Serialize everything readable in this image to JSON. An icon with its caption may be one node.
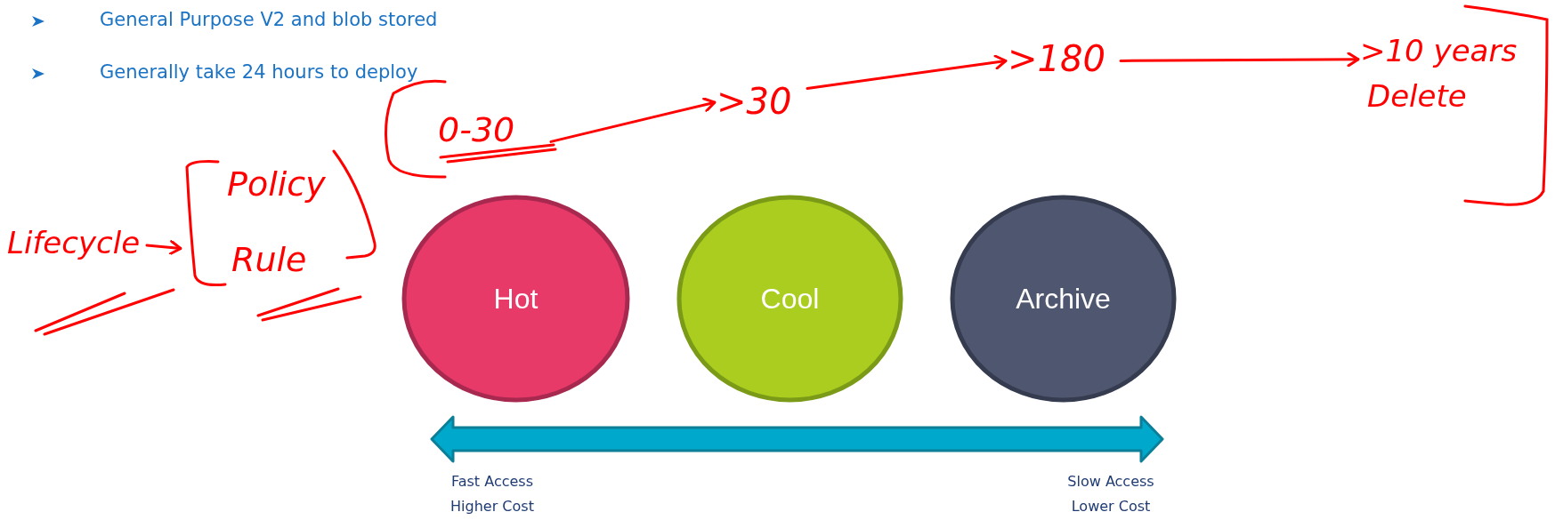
{
  "diagram": {
    "nodes": [
      {
        "text": [
          "Lifecycle"
        ]
      },
      {
        "text": [
          "Policy",
          "Rule"
        ]
      },
      {
        "text": [
          "0-30"
        ]
      },
      {
        "text": [
          ">30"
        ]
      },
      {
        "text": [
          ">180"
        ]
      },
      {
        "text": [
          ">10 years",
          "Delete"
        ]
      },
      {
        "text": [
          "Hot"
        ]
      },
      {
        "text": [
          "Cool"
        ]
      },
      {
        "text": [
          "Archive"
        ]
      }
    ],
    "edges": [
      {
        "from": 0,
        "to": 1,
        "arrow": "to"
      },
      {
        "from": 2,
        "to": 3,
        "arrow": "to"
      },
      {
        "from": 3,
        "to": 4,
        "arrow": "to"
      },
      {
        "from": 4,
        "to": 5,
        "arrow": "to"
      }
    ],
    "labels": [
      "General Purpose V2 and blob stored",
      "Generally take 24 hours to deploy",
      "Fast Access Higher Cost",
      "Slow Access Lower Cost"
    ]
  }
}
